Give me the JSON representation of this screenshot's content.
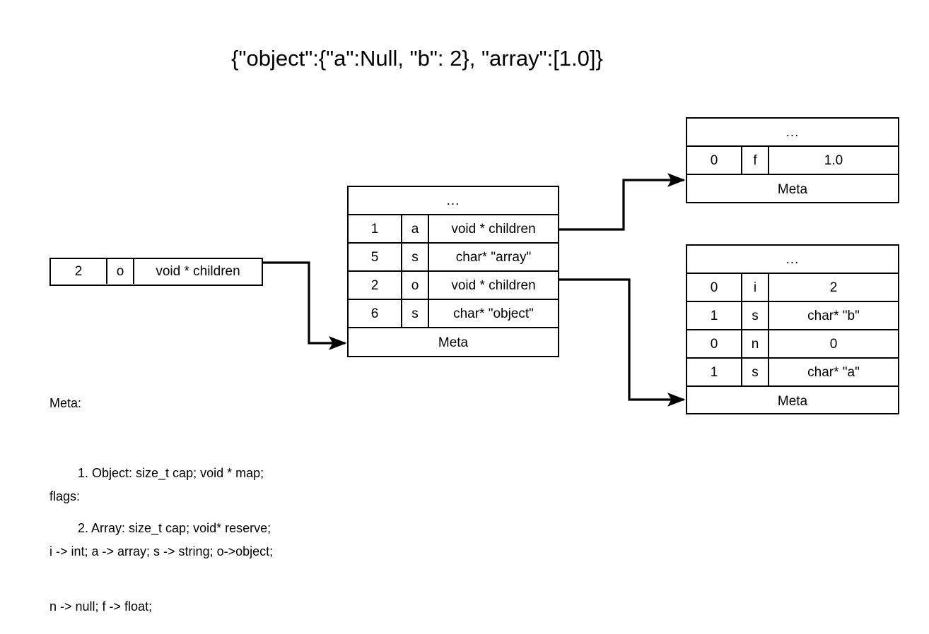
{
  "diagram": {
    "title": "{\"object\":{\"a\":Null, \"b\": 2}, \"array\":[1.0]}",
    "root_box": {
      "name": "root-value-box",
      "cells": [
        "2",
        "o",
        "void * children"
      ]
    },
    "middle_table": {
      "name": "object-children-table",
      "header": "...",
      "rows": [
        [
          "1",
          "a",
          "void * children"
        ],
        [
          "5",
          "s",
          "char* \"array\""
        ],
        [
          "2",
          "o",
          "void * children"
        ],
        [
          "6",
          "s",
          "char* \"object\""
        ]
      ],
      "footer": "Meta"
    },
    "array_table": {
      "name": "array-children-table",
      "header": "...",
      "rows": [
        [
          "0",
          "f",
          "1.0"
        ]
      ],
      "footer": "Meta"
    },
    "object_table": {
      "name": "inner-object-children-table",
      "header": "...",
      "rows": [
        [
          "0",
          "i",
          "2"
        ],
        [
          "1",
          "s",
          "char* \"b\""
        ],
        [
          "0",
          "n",
          "0"
        ],
        [
          "1",
          "s",
          "char* \"a\""
        ]
      ],
      "footer": "Meta"
    },
    "legend": {
      "meta_label": "Meta:",
      "meta_items": [
        "1. Object: size_t cap; void * map;",
        "2. Array: size_t cap; void* reserve;"
      ],
      "flags_label": "flags:",
      "flags_lines": [
        "i -> int; a -> array; s -> string; o->object;",
        "n -> null; f -> float;"
      ]
    },
    "colors": {
      "background": "#ffffff",
      "stroke": "#000000",
      "text": "#000000"
    }
  }
}
